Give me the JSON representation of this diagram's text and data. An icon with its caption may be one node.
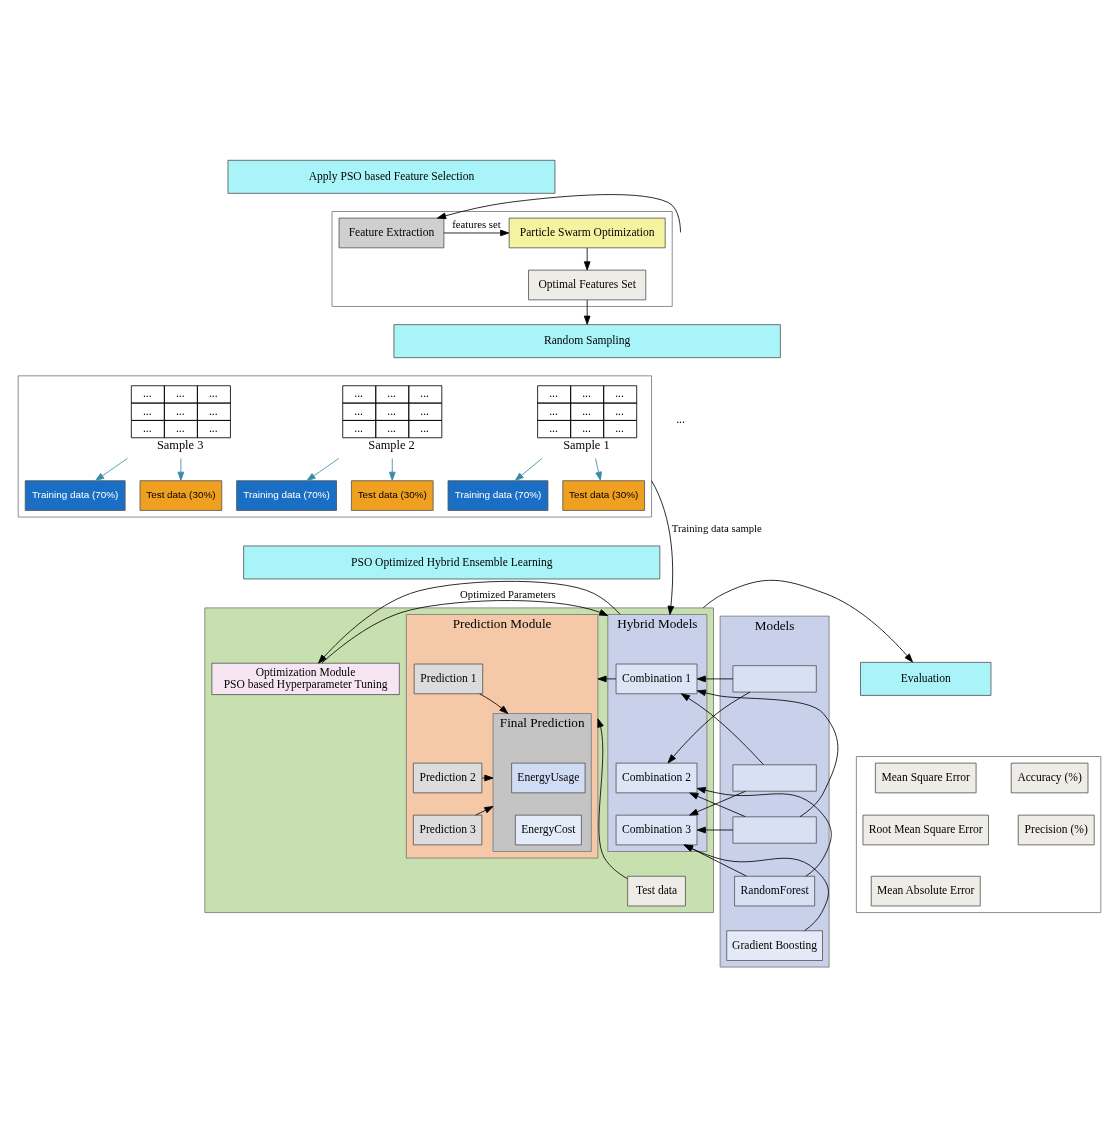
{
  "diagram": {
    "nodes": [
      {
        "text": [
          "Apply PSO based Feature Selection"
        ]
      },
      {
        "text": [],
        "shape": "box"
      },
      {
        "text": [
          "Feature Extraction"
        ],
        "in": 1
      },
      {
        "text": [
          "Particle Swarm Optimization"
        ],
        "in": 1
      },
      {
        "text": [
          "Optimal Features Set"
        ],
        "in": 1
      },
      {
        "text": [
          "Random Sampling"
        ]
      },
      {
        "text": [],
        "shape": "box"
      },
      {
        "text": [
          "...",
          "...",
          "...",
          "...",
          "...",
          "...",
          "...",
          "...",
          "..."
        ],
        "beside": [
          "Sample 1"
        ],
        "in": 6
      },
      {
        "text": [
          "...",
          "...",
          "...",
          "...",
          "...",
          "...",
          "...",
          "...",
          "..."
        ],
        "beside": [
          "Sample 2"
        ],
        "in": 6
      },
      {
        "text": [
          "...",
          "...",
          "...",
          "...",
          "...",
          "...",
          "...",
          "...",
          "..."
        ],
        "beside": [
          "Sample 3"
        ],
        "in": 6
      },
      {
        "text": [
          "Training data (70%)"
        ],
        "in": 6
      },
      {
        "text": [
          "Test data (30%)"
        ],
        "in": 6
      },
      {
        "text": [
          "Training data (70%)"
        ],
        "in": 6
      },
      {
        "text": [
          "Test data (30%)"
        ],
        "in": 6
      },
      {
        "text": [
          "Training data (70%)"
        ],
        "in": 6
      },
      {
        "text": [
          "Test data (30%)"
        ],
        "in": 6
      },
      {
        "text": [
          "Models"
        ]
      },
      {
        "text": [],
        "shape": "box",
        "in": 16
      },
      {
        "text": [],
        "shape": "box",
        "in": 16
      },
      {
        "text": [],
        "shape": "box",
        "in": 16
      },
      {
        "text": [
          "RandomForest"
        ],
        "in": 16
      },
      {
        "text": [
          "Gradient Boosting"
        ],
        "in": 16
      },
      {
        "text": [
          "PSO Optimized Hybrid Ensemble Learning"
        ]
      },
      {
        "text": [],
        "shape": "box"
      },
      {
        "text": [
          "Hybrid Models"
        ],
        "in": 23
      },
      {
        "text": [
          "Combination 1"
        ],
        "in": 24
      },
      {
        "text": [
          "Combination 2"
        ],
        "in": 24
      },
      {
        "text": [
          "Combination 3"
        ],
        "in": 24
      },
      {
        "text": [
          "Optimization Module",
          "PSO based Hyperparameter Tuning"
        ],
        "in": 23
      },
      {
        "text": [
          "Prediction Module"
        ],
        "in": 23
      },
      {
        "text": [
          "Prediction 1"
        ],
        "in": 29
      },
      {
        "text": [
          "Prediction 2"
        ],
        "in": 29
      },
      {
        "text": [
          "Prediction 3"
        ],
        "in": 29
      },
      {
        "text": [
          "Final Prediction"
        ],
        "in": 29
      },
      {
        "text": [
          "EnergyUsage"
        ],
        "in": 33
      },
      {
        "text": [
          "EnergyCost"
        ],
        "in": 33
      },
      {
        "text": [
          "Test data"
        ],
        "in": 23
      },
      {
        "text": [
          "Evaluation"
        ]
      },
      {
        "text": [],
        "shape": "box"
      },
      {
        "text": [
          "Mean Square Error"
        ],
        "in": 38
      },
      {
        "text": [
          "Accuracy (%)"
        ],
        "in": 38
      },
      {
        "text": [
          "Root Mean Square Error"
        ],
        "in": 38
      },
      {
        "text": [
          "Precision (%)"
        ],
        "in": 38
      },
      {
        "text": [
          "Mean Absolute Error"
        ],
        "in": 38
      }
    ],
    "edges": [
      {
        "from": null,
        "to": 2,
        "arrow": "to"
      },
      {
        "from": 2,
        "to": 3,
        "label": "features set",
        "arrow": "to"
      },
      {
        "from": 3,
        "to": 4,
        "arrow": "to"
      },
      {
        "from": 4,
        "to": 5,
        "arrow": "to"
      },
      {
        "from": 7,
        "to": 10,
        "arrow": "to",
        "color": "#3a8aa8"
      },
      {
        "from": 7,
        "to": 11,
        "arrow": "to",
        "color": "#3a8aa8"
      },
      {
        "from": 8,
        "to": 12,
        "arrow": "to",
        "color": "#3a8aa8"
      },
      {
        "from": 8,
        "to": 13,
        "arrow": "to",
        "color": "#3a8aa8"
      },
      {
        "from": 9,
        "to": 14,
        "arrow": "to",
        "color": "#3a8aa8"
      },
      {
        "from": 9,
        "to": 15,
        "arrow": "to",
        "color": "#3a8aa8"
      },
      {
        "from": 6,
        "to": 24,
        "label": "Training data sample",
        "arrow": "to"
      },
      {
        "from": 17,
        "to": 25,
        "arrow": "to"
      },
      {
        "from": 17,
        "to": 26,
        "arrow": "to"
      },
      {
        "from": 18,
        "to": 25,
        "arrow": "to"
      },
      {
        "from": 18,
        "to": 27,
        "arrow": "to"
      },
      {
        "from": 19,
        "to": 25,
        "arrow": "to"
      },
      {
        "from": 19,
        "to": 26,
        "arrow": "to"
      },
      {
        "from": 19,
        "to": 27,
        "arrow": "to"
      },
      {
        "from": 20,
        "to": 26,
        "arrow": "to"
      },
      {
        "from": 20,
        "to": 27,
        "arrow": "to"
      },
      {
        "from": 21,
        "to": 27,
        "arrow": "to"
      },
      {
        "from": 25,
        "to": 29,
        "arrow": "to"
      },
      {
        "from": 24,
        "to": 28,
        "arrow": "to"
      },
      {
        "from": 28,
        "to": 24,
        "label": "Optimized Parameters",
        "arrow": "to"
      },
      {
        "from": 36,
        "to": 29,
        "arrow": "to"
      },
      {
        "from": 30,
        "to": 33,
        "arrow": "to"
      },
      {
        "from": 31,
        "to": 33,
        "arrow": "to"
      },
      {
        "from": 32,
        "to": 33,
        "arrow": "to"
      },
      {
        "from": 23,
        "to": 37,
        "arrow": "to"
      }
    ],
    "labels": [
      "..."
    ]
  }
}
